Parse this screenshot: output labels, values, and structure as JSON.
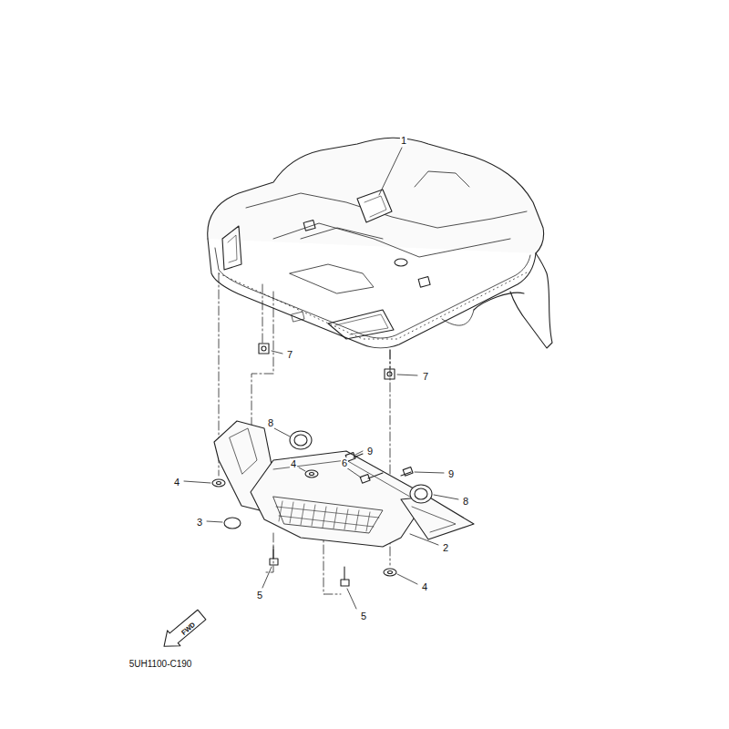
{
  "diagram": {
    "labels": [
      "1",
      "7",
      "7",
      "8",
      "9",
      "4",
      "4",
      "6",
      "9",
      "8",
      "3",
      "2",
      "5",
      "4",
      "5",
      "FWD",
      "5UH1100-C190"
    ]
  }
}
